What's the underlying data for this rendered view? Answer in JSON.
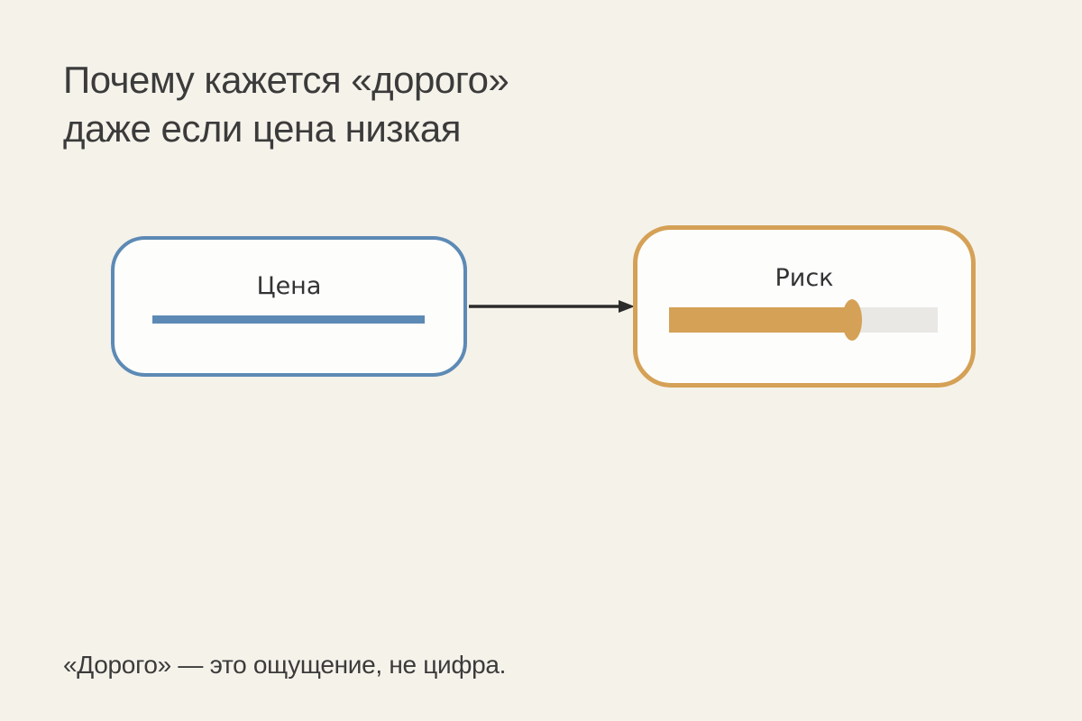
{
  "title": {
    "line1": "Почему кажется «дорого»",
    "line2": "даже если цена низкая"
  },
  "price_box": {
    "label": "Цена"
  },
  "risk_box": {
    "label": "Риск",
    "slider": {
      "fill_percent": 68
    }
  },
  "caption": {
    "text": "«Дорого» — это ощущение, не цифра."
  },
  "colors": {
    "background": "#f5f2ea",
    "title_text": "#3b3b3b",
    "price_blue": "#5d8ab5",
    "risk_orange": "#d5a156",
    "slider_track": "#e9e8e5",
    "arrow": "#2b2b2b",
    "box_fill": "#fdfdfc"
  }
}
